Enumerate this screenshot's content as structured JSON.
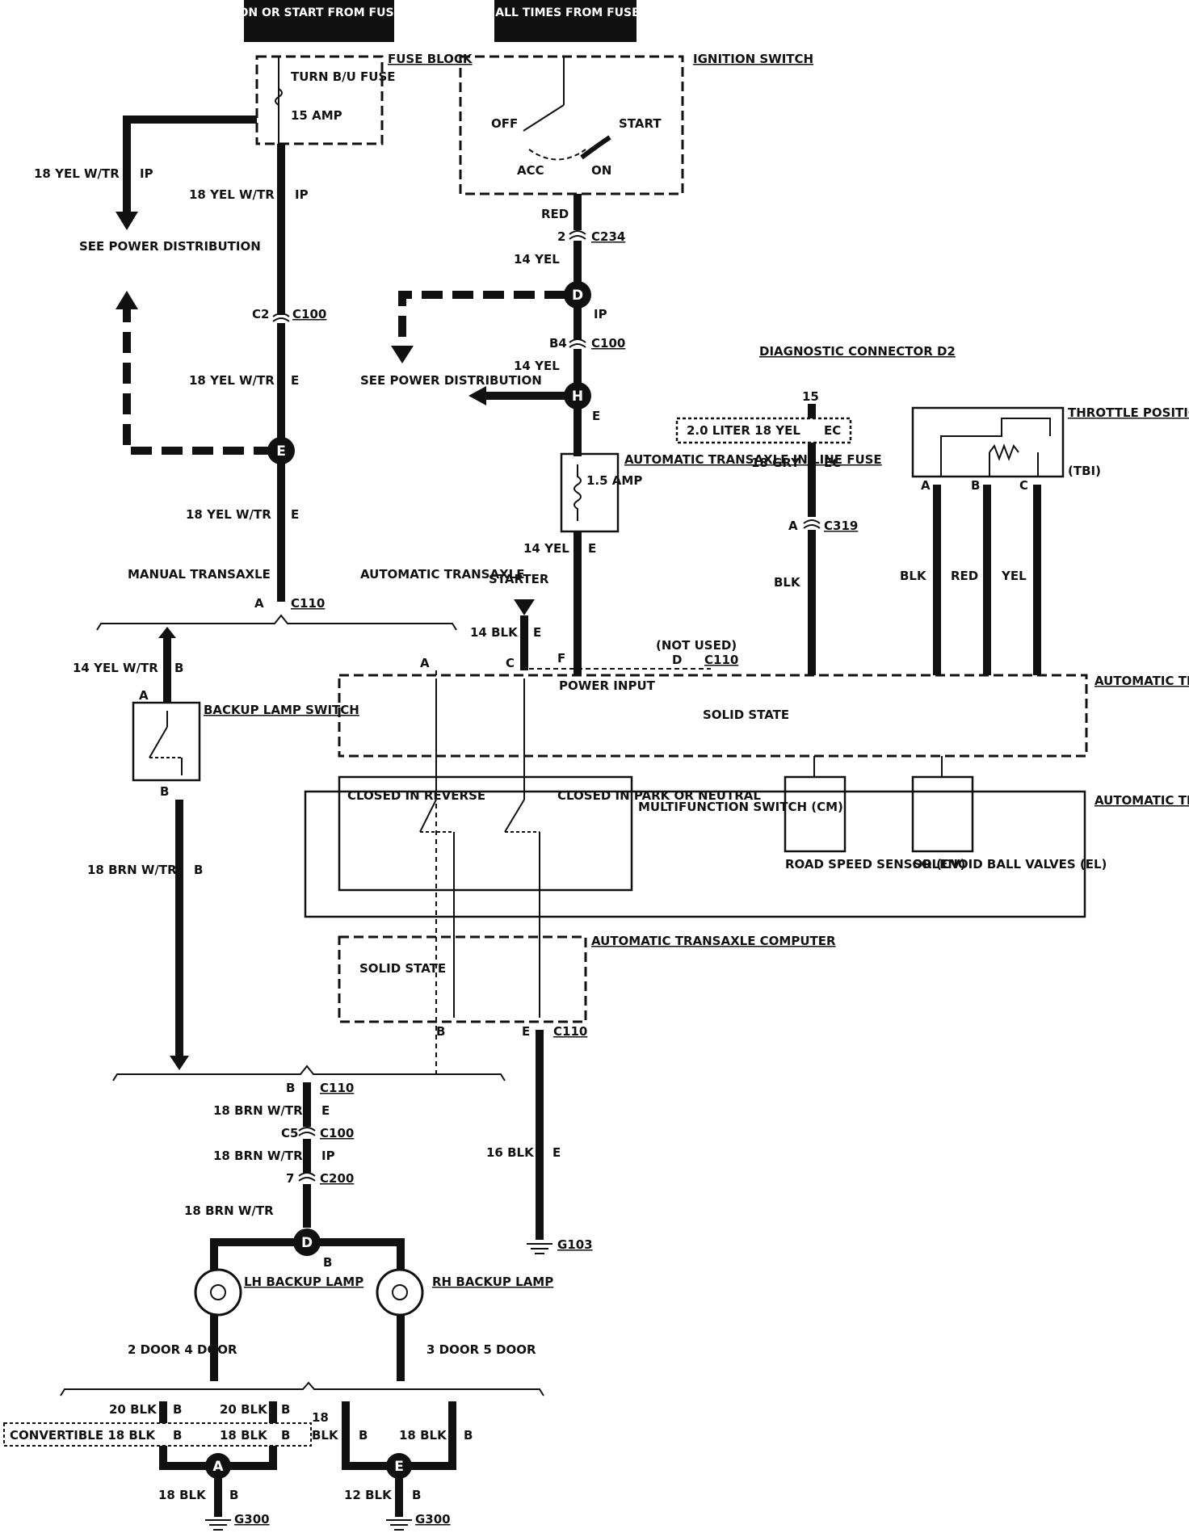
{
  "headers": {
    "hot_run_start": "HOT IN ON OR START FROM FUSE LINK A",
    "hot_all_times": "HOT AT ALL TIMES FROM FUSE LINK A"
  },
  "fuse_block": {
    "title": "FUSE BLOCK",
    "fuse_name": "TURN B/U FUSE",
    "rating": "15 AMP"
  },
  "ignition_switch": {
    "title": "IGNITION SWITCH",
    "positions": [
      "OFF",
      "START",
      "ACC",
      "ON"
    ]
  },
  "power_distribution_label": "SEE POWER DISTRIBUTION",
  "wires": {
    "yel_wtr_ip": "18 YEL W/TR",
    "yel_wtr": "18 YEL W/TR",
    "red": "RED",
    "yel14": "14 YEL",
    "blk14": "14 BLK",
    "yel_wtr14": "14 YEL W/TR",
    "brn_wtr": "18 BRN W/TR",
    "gry18": "18 GRY",
    "blk": "BLK",
    "red2": "RED",
    "yel": "YEL",
    "blk16": "16 BLK",
    "blk20": "20 BLK",
    "blk18": "18 BLK",
    "blk12": "12 BLK",
    "n18": "18",
    "convertible": "CONVERTIBLE 18 BLK",
    "liter_note": "2.0 LITER 18 YEL"
  },
  "codes": {
    "ip": "IP",
    "e": "E",
    "ec": "EC",
    "b": "B"
  },
  "connectors": {
    "c100": "C100",
    "c110": "C110",
    "c234": "C234",
    "c319": "C319",
    "c200": "C200",
    "g103": "G103",
    "g300": "G300",
    "c2": "C2",
    "b4": "B4",
    "c5": "C5",
    "pin2": "2",
    "pin7": "7",
    "pin15": "15",
    "a": "A",
    "b": "B",
    "c": "C",
    "d": "D",
    "e": "E",
    "f": "F"
  },
  "splices": {
    "e": "E",
    "d": "D",
    "h": "H",
    "a": "A"
  },
  "inline_fuse": {
    "title": "AUTOMATIC TRANSAXLE IN LINE FUSE",
    "rating": "1.5 AMP"
  },
  "diagnostic": {
    "title": "DIAGNOSTIC CONNECTOR D2"
  },
  "throttle": {
    "title": "THROTTLE POSITION POTENTIOMETER",
    "code": "(TBI)"
  },
  "manual_transaxle": "MANUAL TRANSAXLE",
  "automatic_transaxle": "AUTOMATIC TRANSAXLE",
  "starter": "STARTER",
  "not_used": "(NOT USED)",
  "power_input": "POWER INPUT",
  "computer": {
    "title": "AUTOMATIC TRANSAXLE COMPUTER",
    "body": "SOLID STATE"
  },
  "transaxle_box": "AUTOMATIC TRANSAXLE",
  "switch_texts": {
    "closed_reverse": "CLOSED IN REVERSE",
    "closed_park": "CLOSED IN PARK OR NEUTRAL",
    "multifunction": "MULTIFUNCTION SWITCH (CM)",
    "road_speed": "ROAD SPEED SENSOR (CV)",
    "solenoid": "SOLENOID BALL VALVES (EL)"
  },
  "backup_switch": "BACKUP LAMP SWITCH",
  "lamps": {
    "lh": "LH BACKUP LAMP",
    "rh": "RH BACKUP LAMP"
  },
  "doors": {
    "left": "2 DOOR 4 DOOR",
    "right": "3 DOOR 5 DOOR"
  }
}
